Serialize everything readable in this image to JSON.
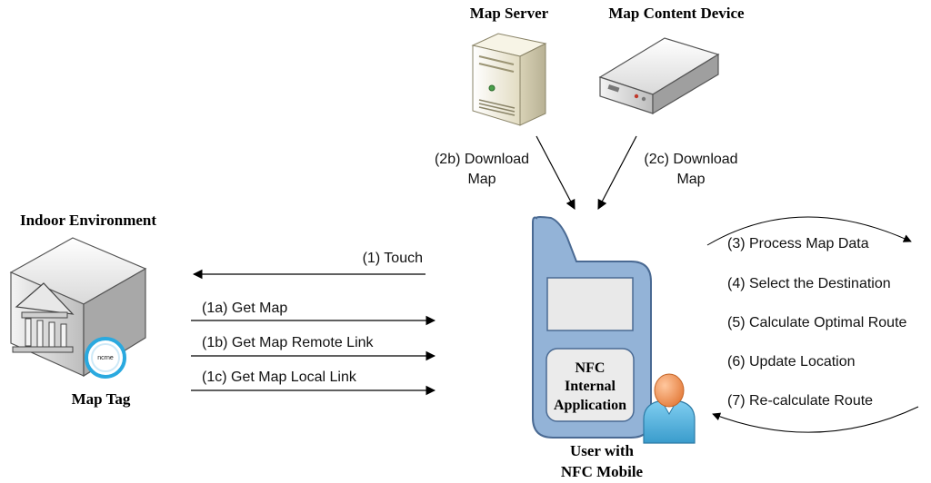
{
  "title_map_server": "Map Server",
  "title_map_content_device": "Map Content Device",
  "label_indoor_environment": "Indoor Environment",
  "label_map_tag": "Map Tag",
  "label_user_line1": "User with",
  "label_user_line2": "NFC Mobile",
  "download_b_line1": "(2b) Download",
  "download_b_line2": "Map",
  "download_c_line1": "(2c) Download",
  "download_c_line2": "Map",
  "touch": "(1) Touch",
  "get_map": "(1a) Get Map",
  "get_map_remote": "(1b) Get Map Remote Link",
  "get_map_local": "(1c) Get Map Local Link",
  "app_line1": "NFC",
  "app_line2": "Internal",
  "app_line3": "Application",
  "steps": [
    "(3) Process Map Data",
    "(4) Select the Destination",
    "(5) Calculate Optimal Route",
    "(6) Update Location",
    "(7) Re-calculate Route"
  ],
  "tag_logo_text": "ncrne",
  "colors": {
    "phone_fill": "#93b3d7",
    "phone_stroke": "#4a6a93",
    "user_skin": "#f39a63",
    "user_shirt": "#5eb9e4"
  }
}
